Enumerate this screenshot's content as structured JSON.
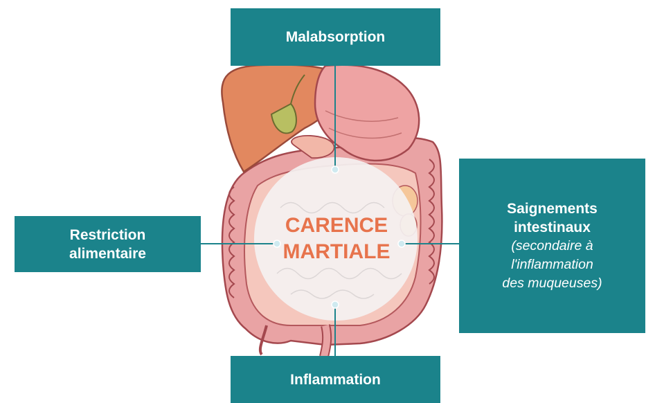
{
  "diagram": {
    "center": {
      "line1": "CARENCE",
      "line2": "MARTIALE"
    },
    "top": {
      "label": "Malabsorption"
    },
    "bottom": {
      "label": "Inflammation"
    },
    "left": {
      "line1": "Restriction",
      "line2": "alimentaire"
    },
    "right": {
      "line1": "Saignements",
      "line2": "intestinaux",
      "note1": "(secondaire à",
      "note2": "l'inflammation",
      "note3": "des muqueuses)"
    }
  },
  "colors": {
    "box_fill": "#1b838b",
    "connector": "#1b838b",
    "center_text": "#e7734c",
    "liver": "#e2885f",
    "intestine": "#e9a3a4",
    "center_circle": "#f4f1f1"
  },
  "illustration": "digestive-system"
}
